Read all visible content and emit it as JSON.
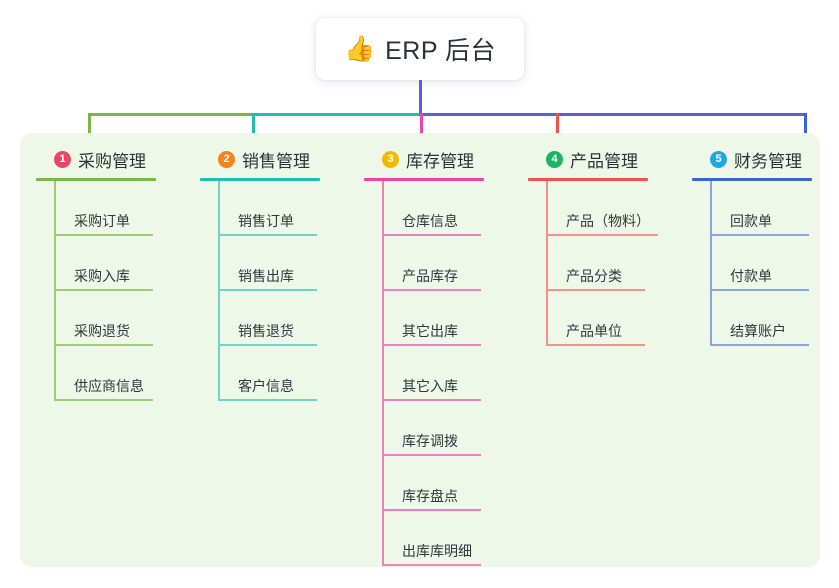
{
  "root": {
    "icon": "thumbs-up-icon",
    "icon_glyph": "👍",
    "title": "ERP 后台"
  },
  "theme": {
    "panel_bg": "#eef8e9",
    "page_bg": "#ffffff",
    "stem_color": "#5b5fd6",
    "text_color": "#2f3138"
  },
  "connector_segments": [
    {
      "name": "segment-purchase",
      "color": "#7ab648"
    },
    {
      "name": "segment-sales",
      "color": "#1fbfad"
    },
    {
      "name": "segment-inventory",
      "color": "#5b5fd6"
    },
    {
      "name": "segment-product",
      "color": "#5b5fd6"
    },
    {
      "name": "segment-finance",
      "color": "#5b5fd6"
    }
  ],
  "columns": [
    {
      "index": "1",
      "title": "采购管理",
      "badge_color": "#ef4565",
      "line_color": "#7ab648",
      "leaf_color": "#9ecb76",
      "items": [
        "采购订单",
        "采购入库",
        "采购退货",
        "供应商信息"
      ]
    },
    {
      "index": "2",
      "title": "销售管理",
      "badge_color": "#f5821f",
      "line_color": "#1fbfad",
      "leaf_color": "#6fd3c6",
      "items": [
        "销售订单",
        "销售出库",
        "销售退货",
        "客户信息"
      ]
    },
    {
      "index": "3",
      "title": "库存管理",
      "badge_color": "#f5b800",
      "line_color": "#ef44a1",
      "leaf_color": "#ef7fbd",
      "items": [
        "仓库信息",
        "产品库存",
        "其它出库",
        "其它入库",
        "库存调拨",
        "库存盘点",
        "出库库明细"
      ]
    },
    {
      "index": "4",
      "title": "产品管理",
      "badge_color": "#19b562",
      "line_color": "#f2504b",
      "leaf_color": "#f59089",
      "items": [
        "产品（物料）",
        "产品分类",
        "产品单位"
      ]
    },
    {
      "index": "5",
      "title": "财务管理",
      "badge_color": "#22a8e0",
      "line_color": "#3a63d4",
      "leaf_color": "#8aa6e0",
      "items": [
        "回款单",
        "付款单",
        "结算账户"
      ]
    }
  ]
}
